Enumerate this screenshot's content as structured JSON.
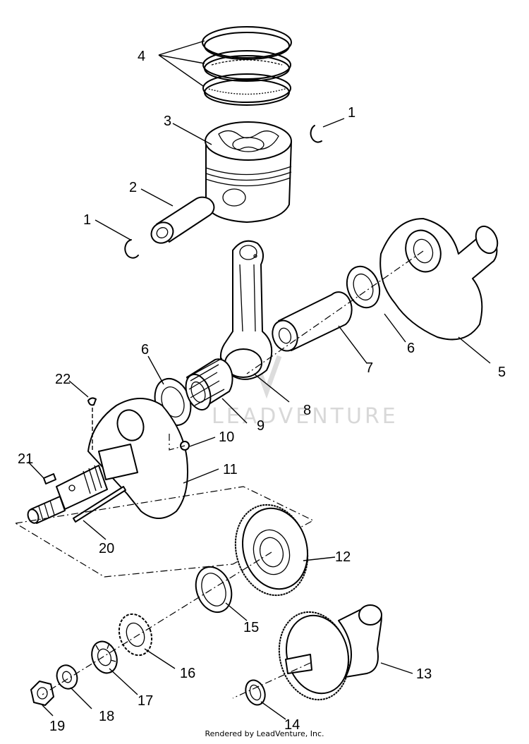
{
  "watermark": "LEADVENTURE",
  "footer": "Rendered by LeadVenture, Inc.",
  "callouts": {
    "c1a": "1",
    "c1b": "1",
    "c2": "2",
    "c3": "3",
    "c4": "4",
    "c5": "5",
    "c6a": "6",
    "c6b": "6",
    "c7": "7",
    "c8": "8",
    "c9": "9",
    "c10": "10",
    "c11": "11",
    "c12": "12",
    "c13": "13",
    "c14": "14",
    "c15": "15",
    "c16": "16",
    "c17": "17",
    "c18": "18",
    "c19": "19",
    "c20": "20",
    "c21": "21",
    "c22": "22"
  }
}
